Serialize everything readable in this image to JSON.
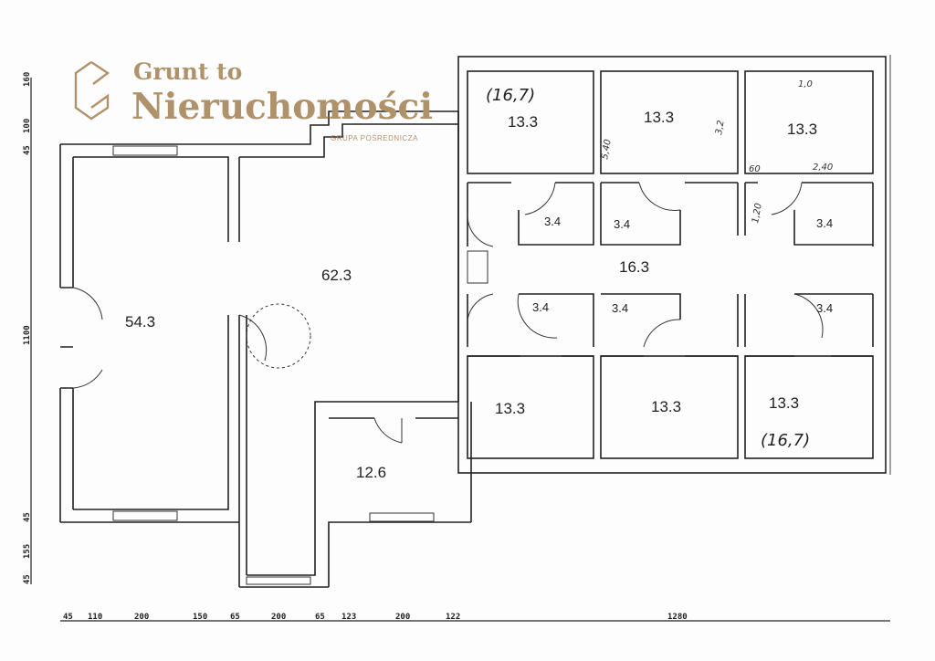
{
  "logo": {
    "line1": "Grunt to",
    "line2": "Nieruchomości",
    "tagline": "GRUPA POŚREDNICZA",
    "color": "#b0926a"
  },
  "rooms": {
    "left_hall": "54.3",
    "main_hall": "62.3",
    "small_room": "12.6",
    "corridor": "16.3",
    "top_left": "13.3",
    "top_middle": "13.3",
    "top_right": "13.3",
    "bottom_left": "13.3",
    "bottom_middle": "13.3",
    "bottom_right": "13.3",
    "wc_top_1": "3.4",
    "wc_top_2": "3.4",
    "wc_top_3": "3.4",
    "wc_bottom_1": "3.4",
    "wc_bottom_2": "3.4",
    "wc_bottom_3": "3.4"
  },
  "handwritten": {
    "top_left_note": "(16,7)",
    "bottom_right_note": "(16,7)",
    "note_540": "5,40",
    "note_32": "3,2",
    "note_10": "1,0",
    "note_60": "60",
    "note_120": "1,20",
    "note_240": "2,40"
  },
  "dimensions": {
    "left": [
      "160",
      "100",
      "45",
      "1100",
      "45",
      "155",
      "45"
    ],
    "bottom": [
      "45",
      "110",
      "200",
      "150",
      "65",
      "200",
      "65",
      "123",
      "200",
      "122",
      "1280"
    ]
  }
}
